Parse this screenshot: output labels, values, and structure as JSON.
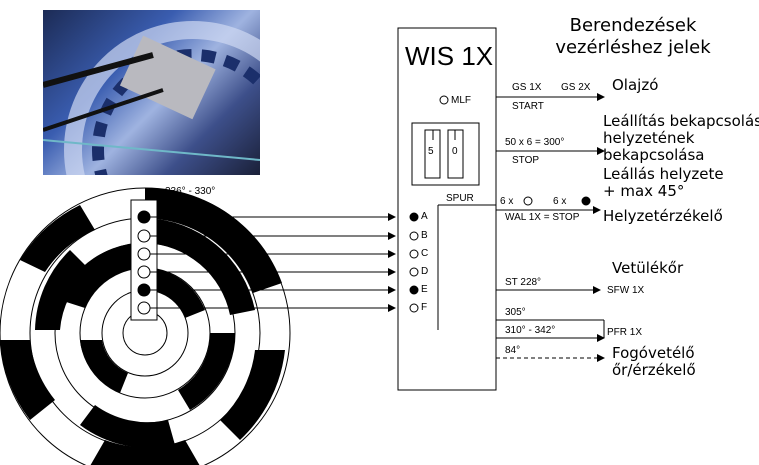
{
  "title": "Berendezések vezérléshez jelek",
  "unit": {
    "name": "WIS 1X",
    "mlf": "MLF",
    "spur": "SPUR",
    "dial_1": "5",
    "dial_2": "0"
  },
  "encoder": {
    "angle_label": "336° - 330°",
    "tracks": [
      "A",
      "B",
      "C",
      "D",
      "E",
      "F"
    ],
    "track_states": [
      "filled",
      "open",
      "open",
      "open",
      "filled",
      "open"
    ]
  },
  "signals": {
    "gs1x": "GS 1X",
    "gs2x": "GS 2X",
    "start": "START",
    "calc": "50 x 6 = 300°",
    "stop": "STOP",
    "six_a": "6 x",
    "six_b": "6 x",
    "wal": "WAL 1X = STOP",
    "st228": "ST 228°",
    "sfw": "SFW 1X",
    "deg305": "305°",
    "deg310": "310° - 342°",
    "pfr": "PFR 1X",
    "deg84": "84°"
  },
  "labels": {
    "olajzo": "Olajzó",
    "leallitas_1": "Leállítás bekapcsolási",
    "leallitas_2": "helyzetének",
    "leallitas_3": "bekapcsolása",
    "leallas_1": "Leállás helyzete",
    "leallas_2": "+ max 45°",
    "helyzet": "Helyzetérzékelő",
    "vetulek": "Vetülékőr",
    "fogo_1": "Fogóvetélő",
    "fogo_2": "őr/érzékelő"
  },
  "colors": {
    "line": "#000000",
    "photo": "#3a5db0"
  }
}
